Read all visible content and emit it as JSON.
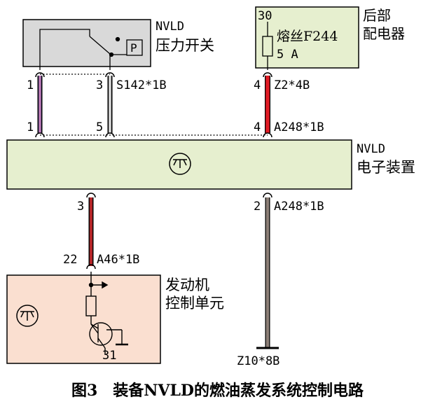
{
  "caption": "图3　装备NVLD的燃油蒸发系统控制电路",
  "pressure_switch": {
    "line1": "NVLD",
    "line2": "压力开关",
    "p_symbol": "P"
  },
  "fuse_box": {
    "terminal": "30",
    "fuse_label": "熔丝F244",
    "rating": "5 A",
    "label_line1": "后部",
    "label_line2": "配电器"
  },
  "nvld_unit": {
    "line1": "NVLD",
    "line2": "电子装置"
  },
  "ecu": {
    "line1": "发动机",
    "line2": "控制单元",
    "ground_pin": "31"
  },
  "connectors": {
    "switch_pin_1": "1",
    "switch_pin_3": "3",
    "switch_conn": "S142*1B",
    "fuse_pin_4": "4",
    "fuse_conn": "Z2*4B",
    "nvld_pin_1": "1",
    "nvld_pin_5": "5",
    "nvld_pin_4": "4",
    "nvld_top_conn": "A248*1B",
    "nvld_pin_3": "3",
    "nvld_pin_2": "2",
    "nvld_bottom_conn": "A248*1B",
    "ecu_pin_22": "22",
    "ecu_conn": "A46*1B",
    "ground_conn": "Z10*8B"
  },
  "colors": {
    "switch_box": "#d9d9d9",
    "fuse_box": "#e6efcf",
    "nvld_box": "#e6efcf",
    "ecu_box": "#fadfd0",
    "wire_red": "#e01b24",
    "wire_purple": "#8a62a8",
    "wire_gray": "#a8a8a8",
    "wire_brown": "#8c7f77",
    "wire_darkred": "#b52528"
  }
}
